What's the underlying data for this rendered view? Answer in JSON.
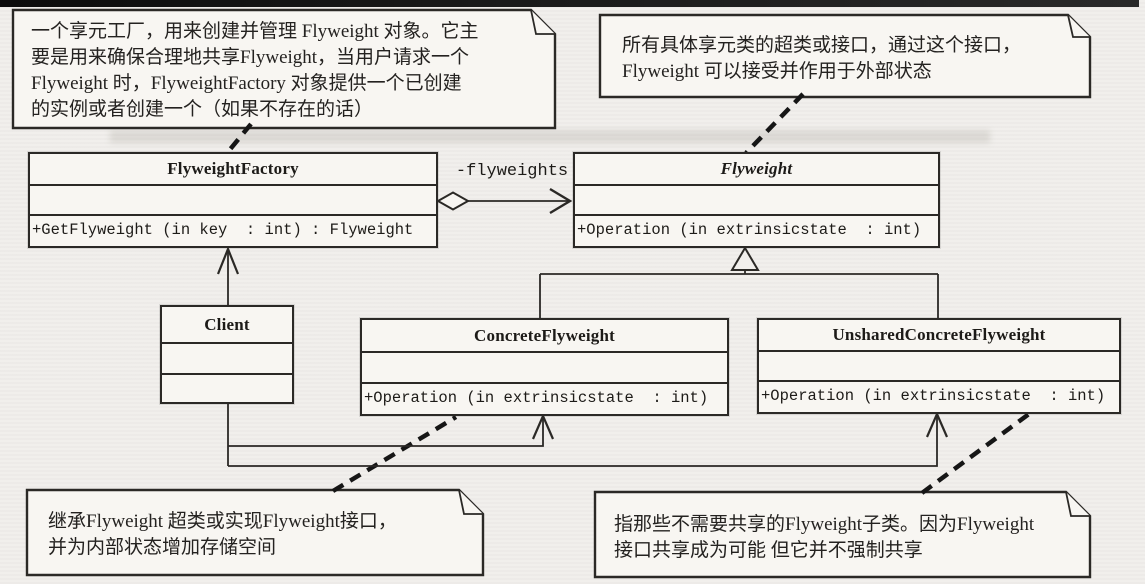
{
  "diagram": {
    "kind": "uml-class-diagram",
    "pattern": "Flyweight"
  },
  "notes": {
    "factory": {
      "text": "一个享元工厂，用来创建并管理 Flyweight 对象。它主\n要是用来确保合理地共享Flyweight，当用户请求一个\nFlyweight 时，FlyweightFactory 对象提供一个已创建\n的实例或者创建一个（如果不存在的话）"
    },
    "flyweight": {
      "text": "所有具体享元类的超类或接口，通过这个接口，\nFlyweight 可以接受并作用于外部状态"
    },
    "concrete": {
      "text": "继承Flyweight 超类或实现Flyweight接口，\n并为内部状态增加存储空间"
    },
    "unshared": {
      "text": "指那些不需要共享的Flyweight子类。因为Flyweight\n接口共享成为可能  但它并不强制共享"
    }
  },
  "classes": {
    "factory": {
      "name": "FlyweightFactory",
      "attributes": "",
      "method": "+GetFlyweight (in key  : int) : Flyweight"
    },
    "flyweight": {
      "name": "Flyweight",
      "abstract": "true",
      "attributes": "",
      "method": "+Operation (in extrinsicstate  : int)"
    },
    "client": {
      "name": "Client",
      "attributes": "",
      "method": ""
    },
    "concrete": {
      "name": "ConcreteFlyweight",
      "attributes": "",
      "method": "+Operation (in extrinsicstate  : int)"
    },
    "unshared": {
      "name": "UnsharedConcreteFlyweight",
      "attributes": "",
      "method": "+Operation (in extrinsicstate  : int)"
    }
  },
  "relationships": {
    "aggregation_label": "-flyweights"
  },
  "colors": {
    "line": "#2b2926",
    "paper": "#f1efec",
    "note_fill": "#f8f6f2",
    "top_bar": "#111111"
  }
}
